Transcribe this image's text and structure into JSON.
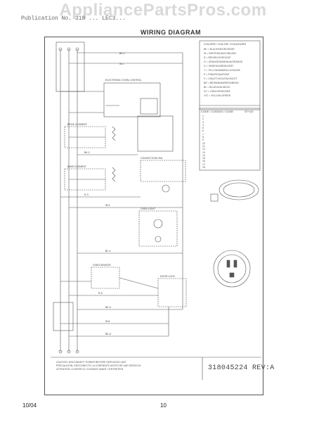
{
  "watermark": "AppliancePartsPros.com",
  "header": "Publication No. 318 ... LEC3...",
  "title": "WIRING DIAGRAM",
  "part_number": "318045224 REV:A",
  "footer": {
    "date": "10/04",
    "page": "10"
  },
  "legend": {
    "title": "COLORS / COLOR / COULEURS",
    "items": [
      "BK = BLACK/NEGRO/NOIR",
      "W = WHITE/BLANCO/BLANC",
      "R = RED/ROJO/ROUGE",
      "O = ORANGE/NARANJA/ORANGE",
      "G = GREEN/VERDE/VERT",
      "Y = YELLOW/AMARILLO/JAUNE",
      "P = PINK/ROSA/ROSE",
      "V = VIOLET/VIOLETA/VIOLET",
      "BR = BROWN/MARRON/BRUN",
      "BL = BLUE/AZUL/BLEU",
      "GY = GRAY/GRIS/GRIS",
      "Y/G = YELLOW-GREEN"
    ]
  },
  "element_table": {
    "title": "CODE / CODIGO / CODE",
    "right_title": "STYLE",
    "rows": [
      "1",
      "2",
      "3",
      "4",
      "5",
      "6",
      "7",
      "8",
      "9",
      "10",
      "11",
      "12",
      "13",
      "14",
      "15",
      "16",
      "17",
      "18"
    ]
  },
  "warning_lines": [
    "CAUTION: DISCONNECT POWER BEFORE SERVICING UNIT",
    "PRECAUCION: DESCONECTE LA CORRIENTE ANTES DE DAR SERVICIO",
    "ATTENTION: COUPER LE COURANT AVANT L'ENTRETIEN"
  ],
  "labels": {
    "clock": "ELECTRONIC OVEN CONTROL",
    "bake": "BAKE ELEMENT",
    "broil": "BROIL ELEMENT",
    "convect": "CONVECTION FAN",
    "light": "OVEN LIGHT",
    "lock": "DOOR LOCK",
    "sensor": "OVEN SENSOR"
  }
}
